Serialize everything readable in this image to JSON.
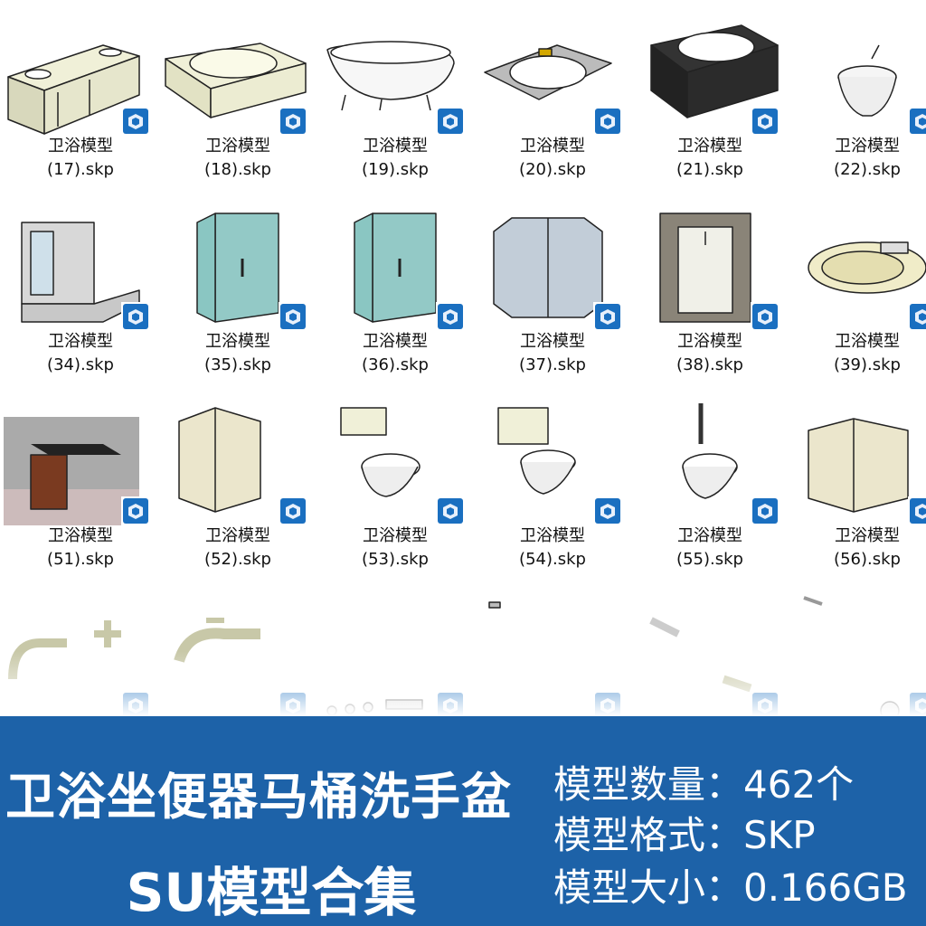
{
  "rows": [
    [
      {
        "line1": "卫浴模型",
        "line2": "(17).skp",
        "thumb": "vanity"
      },
      {
        "line1": "卫浴模型",
        "line2": "(18).skp",
        "thumb": "tub-box"
      },
      {
        "line1": "卫浴模型",
        "line2": "(19).skp",
        "thumb": "clawfoot-tub"
      },
      {
        "line1": "卫浴模型",
        "line2": "(20).skp",
        "thumb": "oval-sink"
      },
      {
        "line1": "卫浴模型",
        "line2": "(21).skp",
        "thumb": "dark-tub"
      },
      {
        "line1": "卫浴模型",
        "line2": "(22).skp",
        "thumb": "pedestal-basin"
      }
    ],
    [
      {
        "line1": "卫浴模型",
        "line2": "(34).skp",
        "thumb": "shower-corner"
      },
      {
        "line1": "卫浴模型",
        "line2": "(35).skp",
        "thumb": "glass-shower"
      },
      {
        "line1": "卫浴模型",
        "line2": "(36).skp",
        "thumb": "glass-shower"
      },
      {
        "line1": "卫浴模型",
        "line2": "(37).skp",
        "thumb": "hex-shower"
      },
      {
        "line1": "卫浴模型",
        "line2": "(38).skp",
        "thumb": "shower-niche"
      },
      {
        "line1": "卫浴模型",
        "line2": "(39).skp",
        "thumb": "basin-faucet"
      }
    ],
    [
      {
        "line1": "卫浴模型",
        "line2": "(51).skp",
        "thumb": "wood-vanity"
      },
      {
        "line1": "卫浴模型",
        "line2": "(52).skp",
        "thumb": "partition"
      },
      {
        "line1": "卫浴模型",
        "line2": "(53).skp",
        "thumb": "toilet"
      },
      {
        "line1": "卫浴模型",
        "line2": "(54).skp",
        "thumb": "toilet2"
      },
      {
        "line1": "卫浴模型",
        "line2": "(55).skp",
        "thumb": "flush-toilet"
      },
      {
        "line1": "卫浴模型",
        "line2": "(56).skp",
        "thumb": "partition2"
      }
    ],
    [
      {
        "thumb": "faucet-cross"
      },
      {
        "thumb": "tub-spout"
      },
      {
        "thumb": "knobs-tray"
      },
      {
        "thumb": "small-part"
      },
      {
        "thumb": "valve"
      },
      {
        "thumb": "shower-head"
      }
    ]
  ],
  "banner": {
    "title": "卫浴坐便器马桶洗手盆",
    "subtitle": "SU模型合集",
    "specs": [
      {
        "key": "模型数量：",
        "value": "462个"
      },
      {
        "key": "模型格式：",
        "value": "SKP"
      },
      {
        "key": "模型大小：",
        "value": "0.166GB"
      }
    ]
  },
  "colors": {
    "banner_bg": "#1d62a8",
    "badge": "#1a6fc0",
    "model_fill": "#f0f0d8",
    "glass": "#6fb7b3"
  },
  "icon": "sketchup-icon"
}
